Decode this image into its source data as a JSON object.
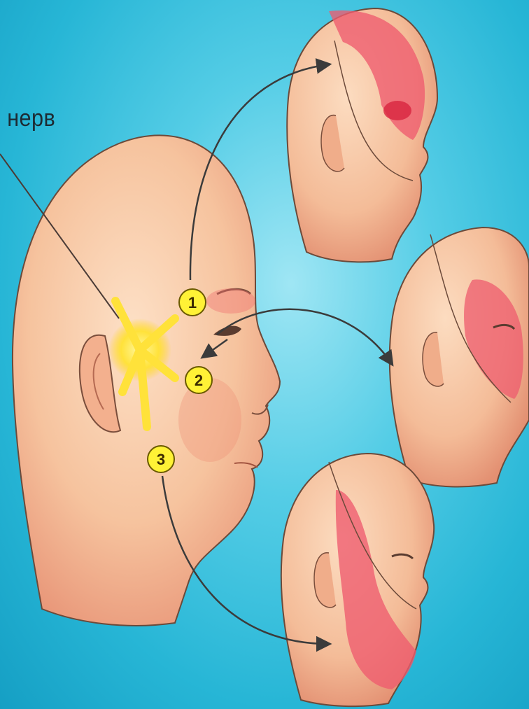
{
  "caption": "і нерв",
  "markers": [
    {
      "label": "1"
    },
    {
      "label": "2"
    },
    {
      "label": "3"
    }
  ],
  "colors": {
    "background": "#27b6d6",
    "skin": "#f6c39e",
    "zone": "#ee5b6e",
    "nerve": "#ffe23a",
    "marker": "#fff236"
  }
}
